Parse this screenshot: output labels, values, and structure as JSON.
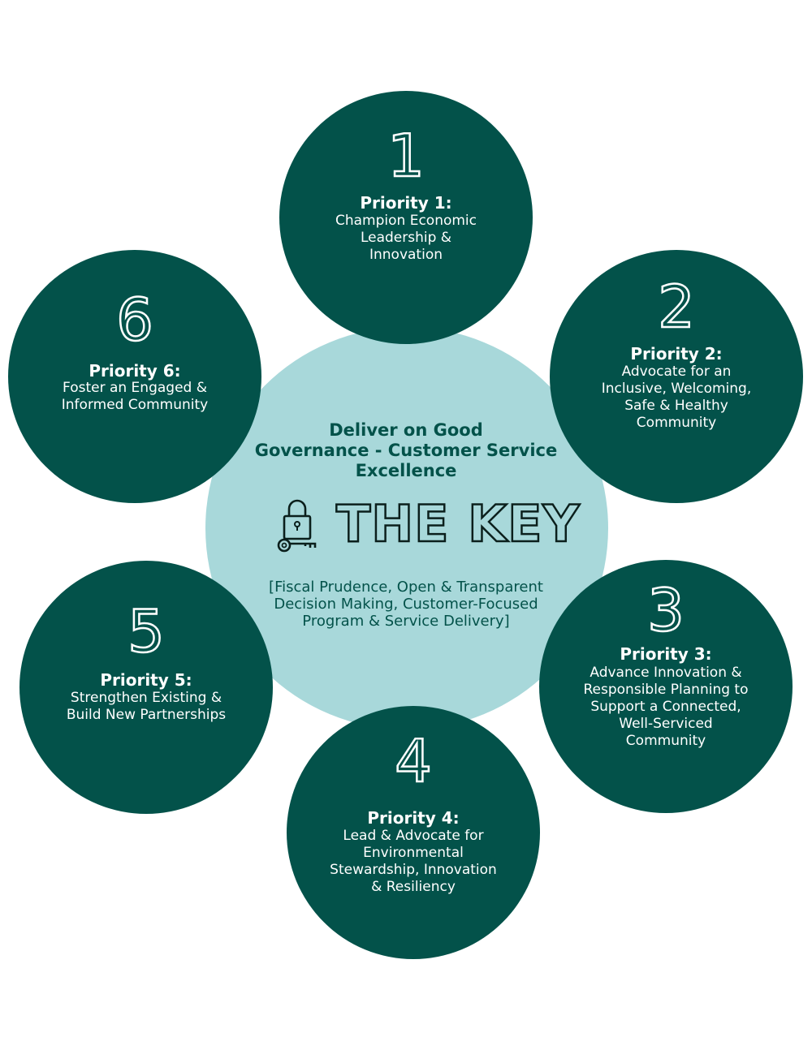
{
  "center": {
    "heading_lines": [
      "Deliver on Good",
      "Governance - Customer Service",
      "Excellence"
    ],
    "key_label": "THE KEY",
    "key_icon": "lock-and-key-icon",
    "sub_lines": [
      "[Fiscal Prudence, Open & Transparent",
      "Decision Making, Customer-Focused",
      "Program & Service Delivery]"
    ]
  },
  "priorities": [
    {
      "number": "1",
      "title": "Priority 1:",
      "lines": [
        "Champion Economic",
        "Leadership &",
        "Innovation"
      ]
    },
    {
      "number": "2",
      "title": "Priority 2:",
      "lines": [
        "Advocate for an",
        "Inclusive, Welcoming,",
        "Safe & Healthy",
        "Community"
      ]
    },
    {
      "number": "3",
      "title": "Priority 3:",
      "lines": [
        "Advance Innovation &",
        "Responsible Planning to",
        "Support a Connected,",
        "Well-Serviced",
        "Community"
      ]
    },
    {
      "number": "4",
      "title": "Priority 4:",
      "lines": [
        "Lead & Advocate for",
        "Environmental",
        "Stewardship, Innovation",
        "& Resiliency"
      ]
    },
    {
      "number": "5",
      "title": "Priority 5:",
      "lines": [
        "Strengthen Existing &",
        "Build New Partnerships"
      ]
    },
    {
      "number": "6",
      "title": "Priority 6:",
      "lines": [
        "Foster an Engaged &",
        "Informed Community"
      ]
    }
  ],
  "colors": {
    "dark_green": "#03524a",
    "light_teal": "#a8d8da",
    "white": "#ffffff"
  }
}
